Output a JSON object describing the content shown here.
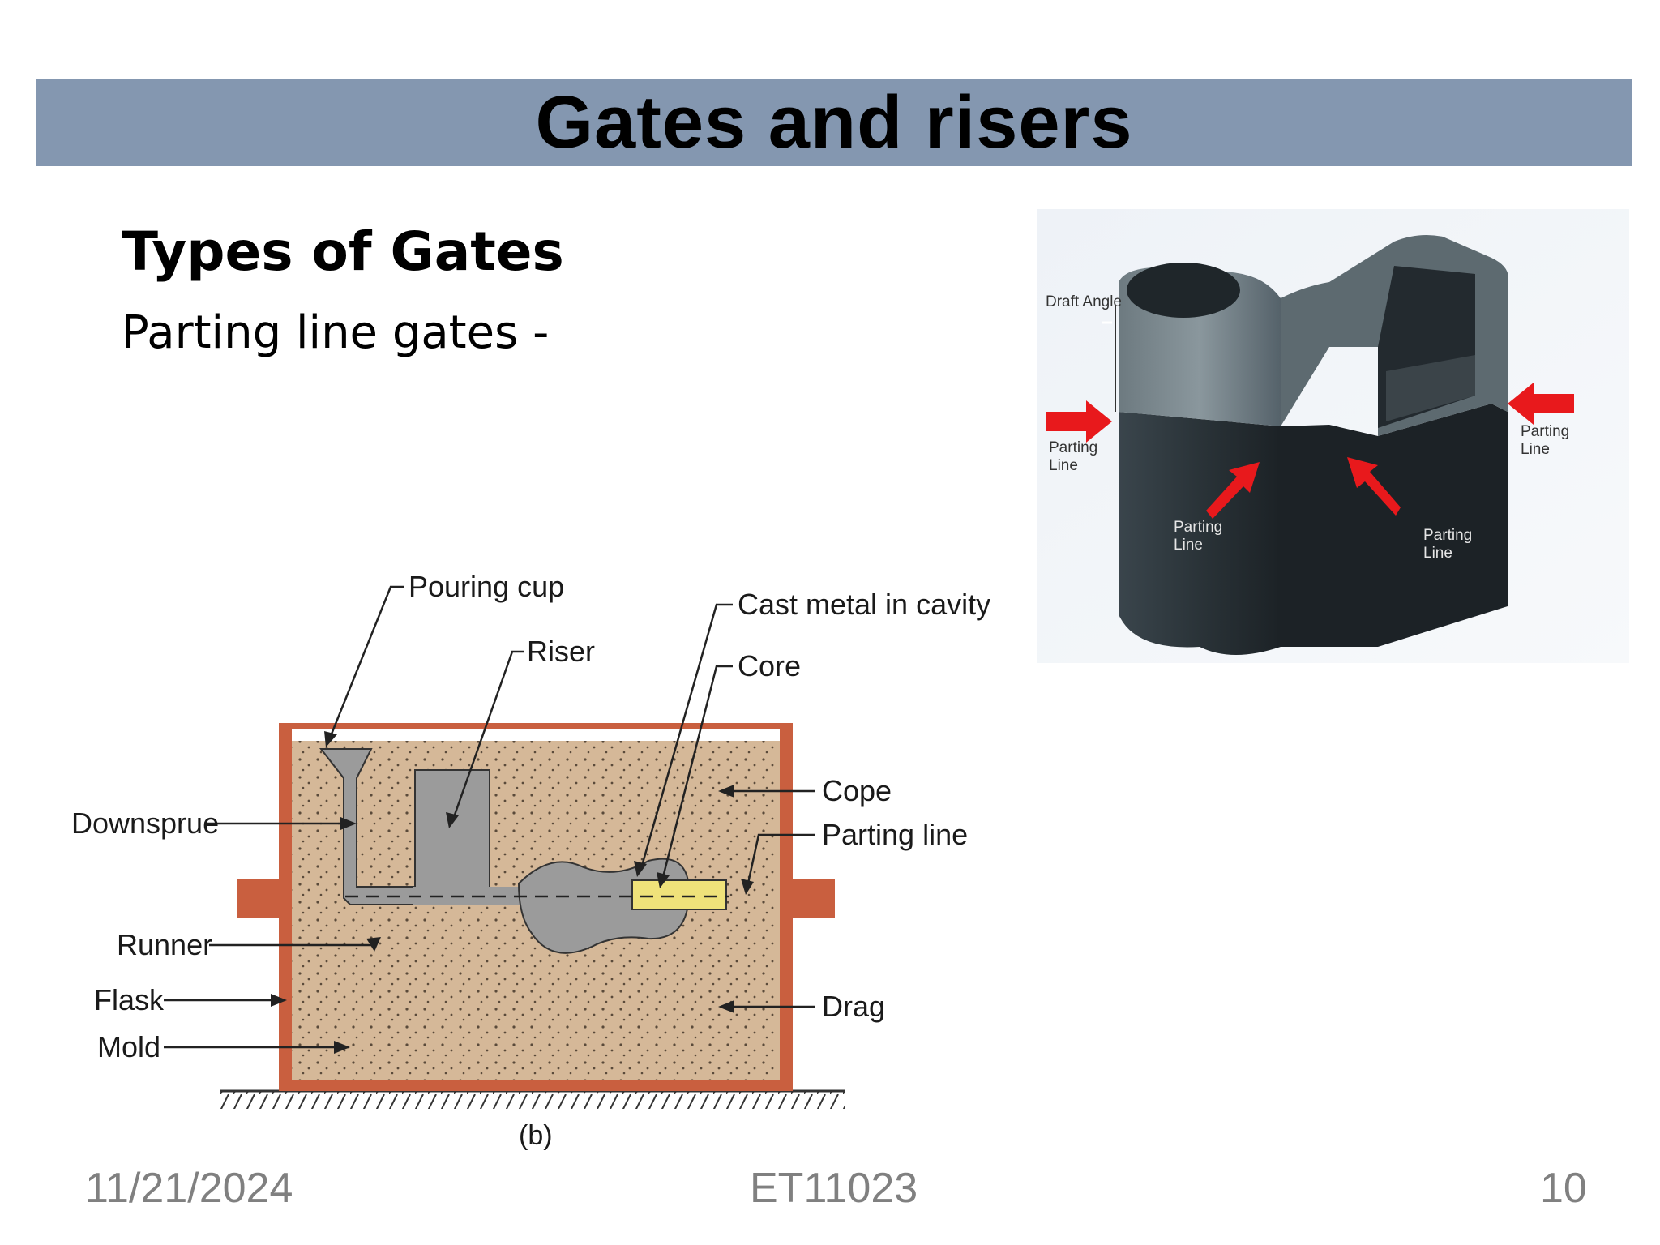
{
  "slide": {
    "title": "Gates and risers",
    "subtitle": "Types of Gates",
    "body": "Parting line gates -"
  },
  "mold_diagram": {
    "labels": {
      "pouring_cup": "Pouring cup",
      "riser": "Riser",
      "cast_metal": "Cast metal in cavity",
      "core": "Core",
      "downsprue": "Downsprue",
      "cope": "Cope",
      "parting_line": "Parting line",
      "runner": "Runner",
      "flask": "Flask",
      "mold": "Mold",
      "drag": "Drag",
      "caption": "(b)"
    },
    "colors": {
      "flask": "#c95f3f",
      "sand": "#d5b898",
      "metal": "#9b9b9b",
      "core": "#efe27a"
    }
  },
  "part_image": {
    "labels": {
      "draft_angle": "Draft Angle",
      "parting_line_left": "Parting Line",
      "parting_line_right": "Parting Line",
      "parting_line_center": "Parting Line",
      "parting_line_right_lower": "Parting Line"
    },
    "colors": {
      "arrow": "#e8191c",
      "part_light": "#6d7a80",
      "part_dark": "#1c2226"
    }
  },
  "footer": {
    "date": "11/21/2024",
    "course": "ET11023",
    "page": "10"
  }
}
